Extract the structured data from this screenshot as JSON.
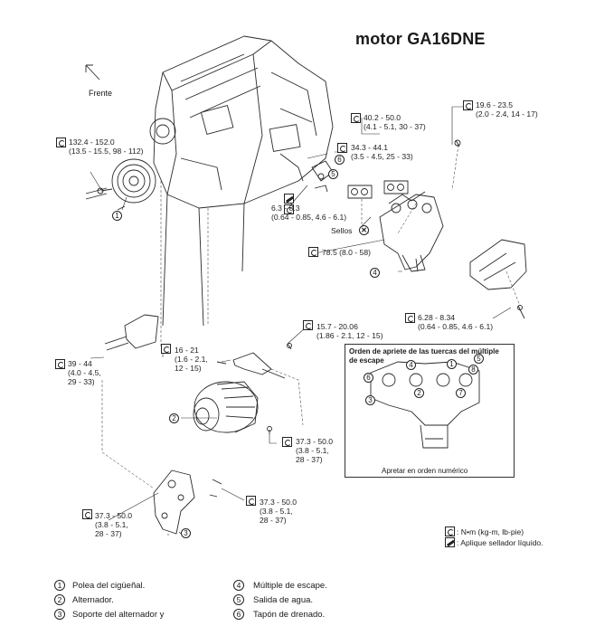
{
  "title": "motor GA16DNE",
  "front_label": "Frente",
  "torques": {
    "t1": {
      "value": "132.4 - 152.0",
      "alt": "(13.5 - 15.5, 98 - 112)"
    },
    "t2": {
      "value": "40.2 - 50.0",
      "alt": "(4.1 - 5.1, 30 - 37)"
    },
    "t3": {
      "value": "19.6 - 23.5",
      "alt": "(2.0 - 2.4, 14 - 17)"
    },
    "t4": {
      "value": "34.3 - 44.1",
      "alt": "(3.5 - 4.5, 25 - 33)"
    },
    "t5": {
      "value": "6.3 - 8.3",
      "alt": "(0.64 - 0.85, 4.6 - 6.1)"
    },
    "t6": {
      "value": "78.5 (8.0 - 58)"
    },
    "t7": {
      "value": "6.28 - 8.34",
      "alt": "(0.64 - 0.85, 4.6 - 6.1)"
    },
    "t8": {
      "value": "15.7 - 20.06",
      "alt": "(1.86 - 2.1, 12 - 15)"
    },
    "t9": {
      "value": "39 - 44",
      "alt": "(4.0 - 4.5,\n29 - 33)"
    },
    "t10": {
      "value": "16 - 21",
      "alt": "(1.6 - 2.1,\n12 - 15)"
    },
    "t11": {
      "value": "37.3 - 50.0",
      "alt": "(3.8 - 5.1,\n28 - 37)"
    },
    "t12": {
      "value": "37.3 - 50.0",
      "alt": "(3.8 - 5.1,\n28 - 37)"
    },
    "t13": {
      "value": "37.3 - 50.0",
      "alt": "(3.8 - 5.1,\n28 - 37)"
    }
  },
  "seals_label": "Sellos",
  "inset": {
    "title": "Orden de apriete de las tuercas del múltiple\nde escape",
    "caption": "Apretar en orden numérico",
    "order_numbers": [
      "1",
      "2",
      "3",
      "4",
      "5",
      "6",
      "7",
      "8"
    ]
  },
  "symbol_legend": {
    "torque": ": N•m (kg-m, lb-pie)",
    "sealant": ": Aplique sellador líquido."
  },
  "part_numbers": [
    "1",
    "2",
    "3",
    "4",
    "5",
    "6"
  ],
  "legend": [
    {
      "num": "1",
      "text": "Polea del cigüeñal."
    },
    {
      "num": "2",
      "text": "Alternador."
    },
    {
      "num": "3",
      "text": "Soporte del alternador y"
    },
    {
      "num": "4",
      "text": "Múltiple de escape."
    },
    {
      "num": "5",
      "text": "Salida de agua."
    },
    {
      "num": "6",
      "text": "Tapón de drenado."
    }
  ]
}
